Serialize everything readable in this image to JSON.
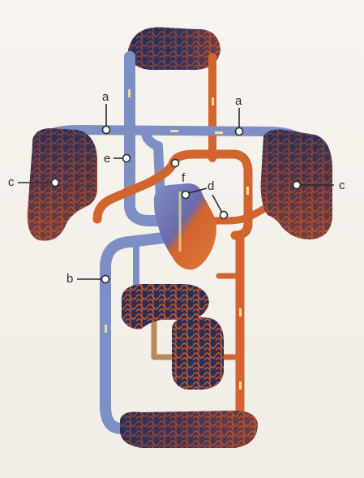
{
  "labels": {
    "a_left": "a",
    "a_right": "a",
    "b": "b",
    "c_left": "c",
    "c_right": "c",
    "d": "d",
    "e": "e",
    "f": "f"
  },
  "colors": {
    "deoxygenated": "#7d8fc4",
    "oxygenated": "#d2642e",
    "capillary_dark": "#2a2f57",
    "capillary_red": "#b9441f",
    "flow_arrow": "#f3e7a0"
  }
}
